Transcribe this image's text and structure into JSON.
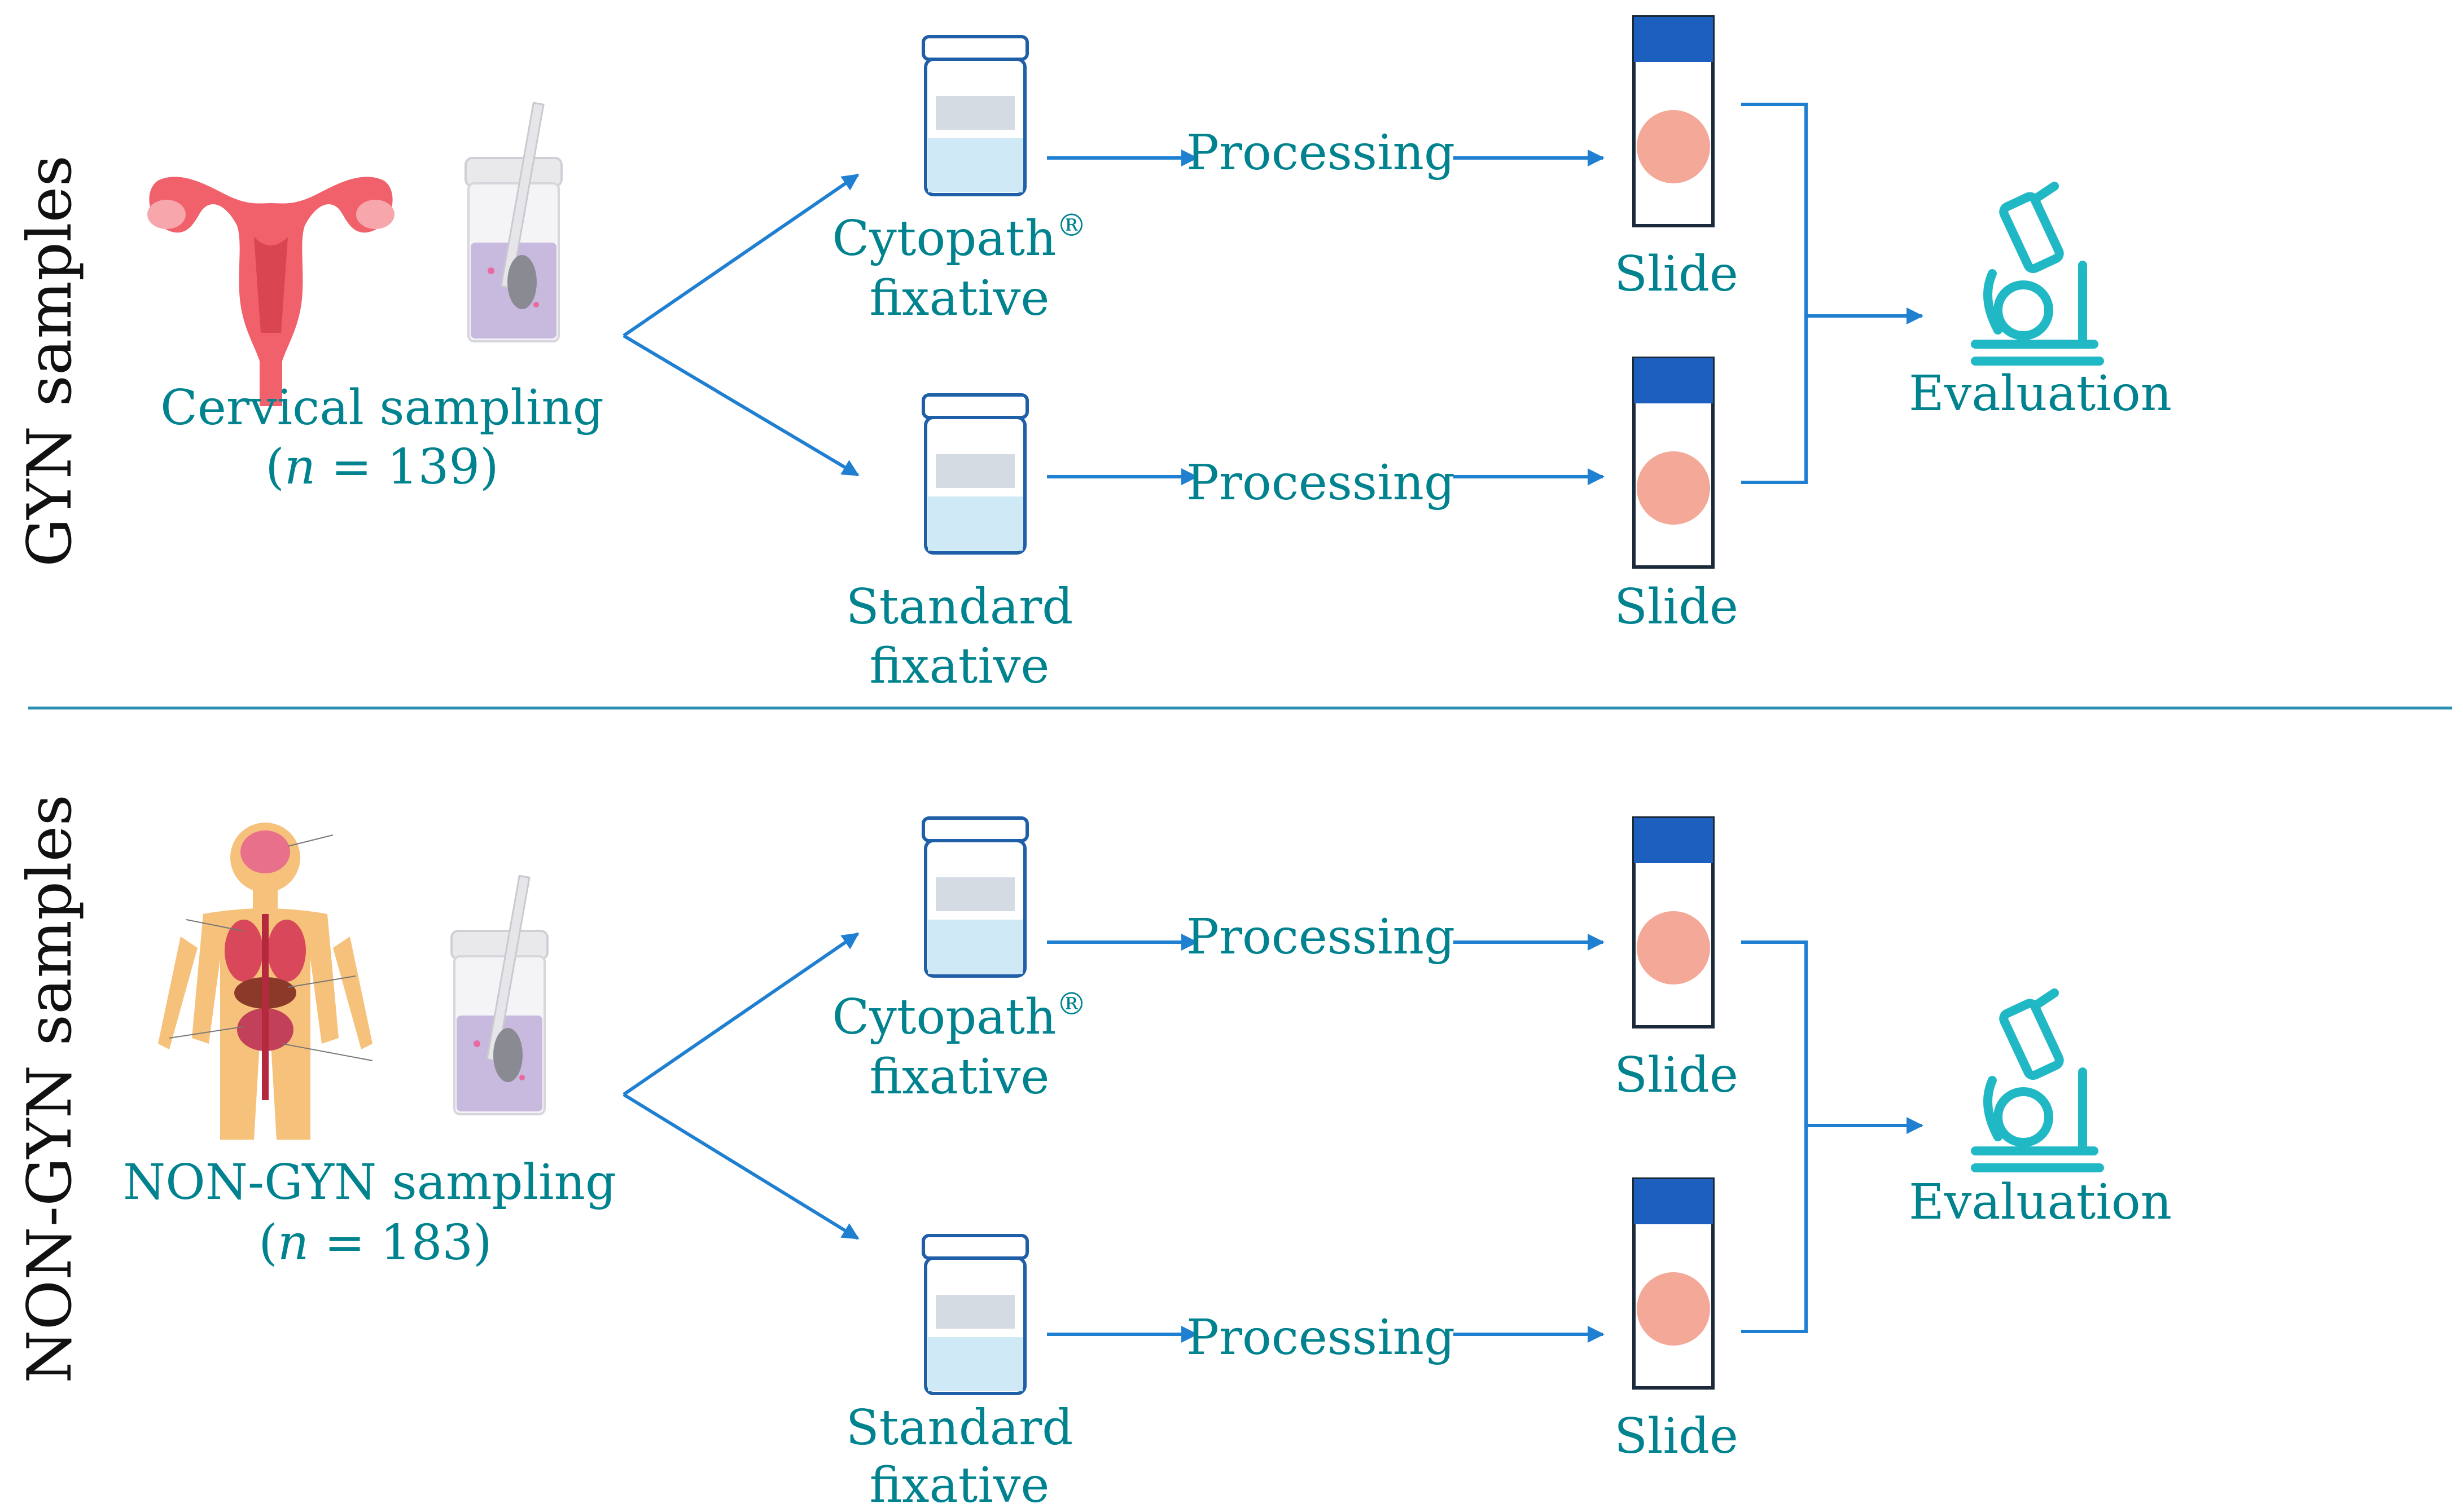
{
  "colors": {
    "teal_text": "#00838f",
    "arrow_blue": "#1f7fd1",
    "divider": "#2a8fb0",
    "uterus": "#f0616b",
    "uterus_light": "#f7a6ab",
    "jar_liquid": "#cfe9f6",
    "jar_label": "#d4dbe3",
    "slide_cap": "#1d5fbf",
    "slide_spot": "#f4a898",
    "microscope": "#21b8c6",
    "body_skin": "#f6c17a",
    "vial_liquid": "#b9a6d6"
  },
  "icons": {
    "uterus": "uterus-icon",
    "body": "human-body-organs-icon",
    "vial": "sample-vial-icon",
    "jar": "fixative-jar-icon",
    "slide": "glass-slide-icon",
    "microscope": "microscope-icon"
  },
  "sections": [
    {
      "side_label": "GYN samples",
      "sampling_label": "Cervical sampling",
      "n_prefix": "(",
      "n_var": "n",
      "n_value": " = 139)",
      "branches": [
        {
          "fixative_line1": "Cytopath",
          "fixative_sup": "®",
          "fixative_line2": "fixative",
          "processing": "Processing",
          "slide": "Slide"
        },
        {
          "fixative_line1": "Standard",
          "fixative_sup": "",
          "fixative_line2": "fixative",
          "processing": "Processing",
          "slide": "Slide"
        }
      ],
      "evaluation": "Evaluation"
    },
    {
      "side_label": "NON-GYN samples",
      "sampling_label": "NON-GYN sampling",
      "n_prefix": "(",
      "n_var": "n",
      "n_value": " = 183)",
      "branches": [
        {
          "fixative_line1": "Cytopath",
          "fixative_sup": "®",
          "fixative_line2": "fixative",
          "processing": "Processing",
          "slide": "Slide"
        },
        {
          "fixative_line1": "Standard",
          "fixative_sup": "",
          "fixative_line2": "fixative",
          "processing": "Processing",
          "slide": "Slide"
        }
      ],
      "evaluation": "Evaluation"
    }
  ]
}
